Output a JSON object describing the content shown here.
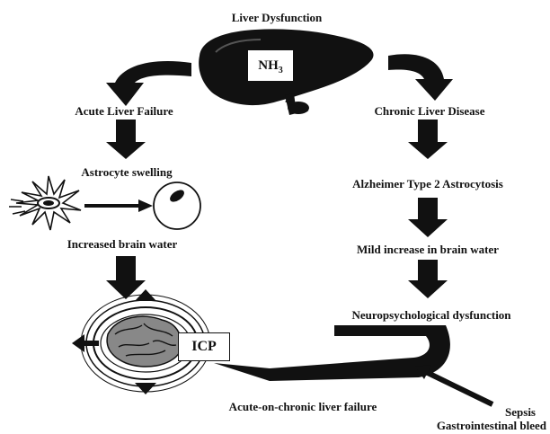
{
  "title": "Liver Dysfunction",
  "nh3": {
    "base": "NH",
    "subscript": "3"
  },
  "acute_branch": {
    "step1": "Acute Liver Failure",
    "step2": "Astrocyte swelling",
    "step3": "Increased brain water"
  },
  "chronic_branch": {
    "step1": "Chronic Liver Disease",
    "step2": "Alzheimer Type 2 Astrocytosis",
    "step3": "Mild increase in brain water",
    "step4": "Neuropsychological dysfunction"
  },
  "outcome": "ICP",
  "bottom_label": "Acute-on-chronic liver failure",
  "precipitants": {
    "line1": "Sepsis",
    "line2": "Gastrointestinal bleed"
  }
}
